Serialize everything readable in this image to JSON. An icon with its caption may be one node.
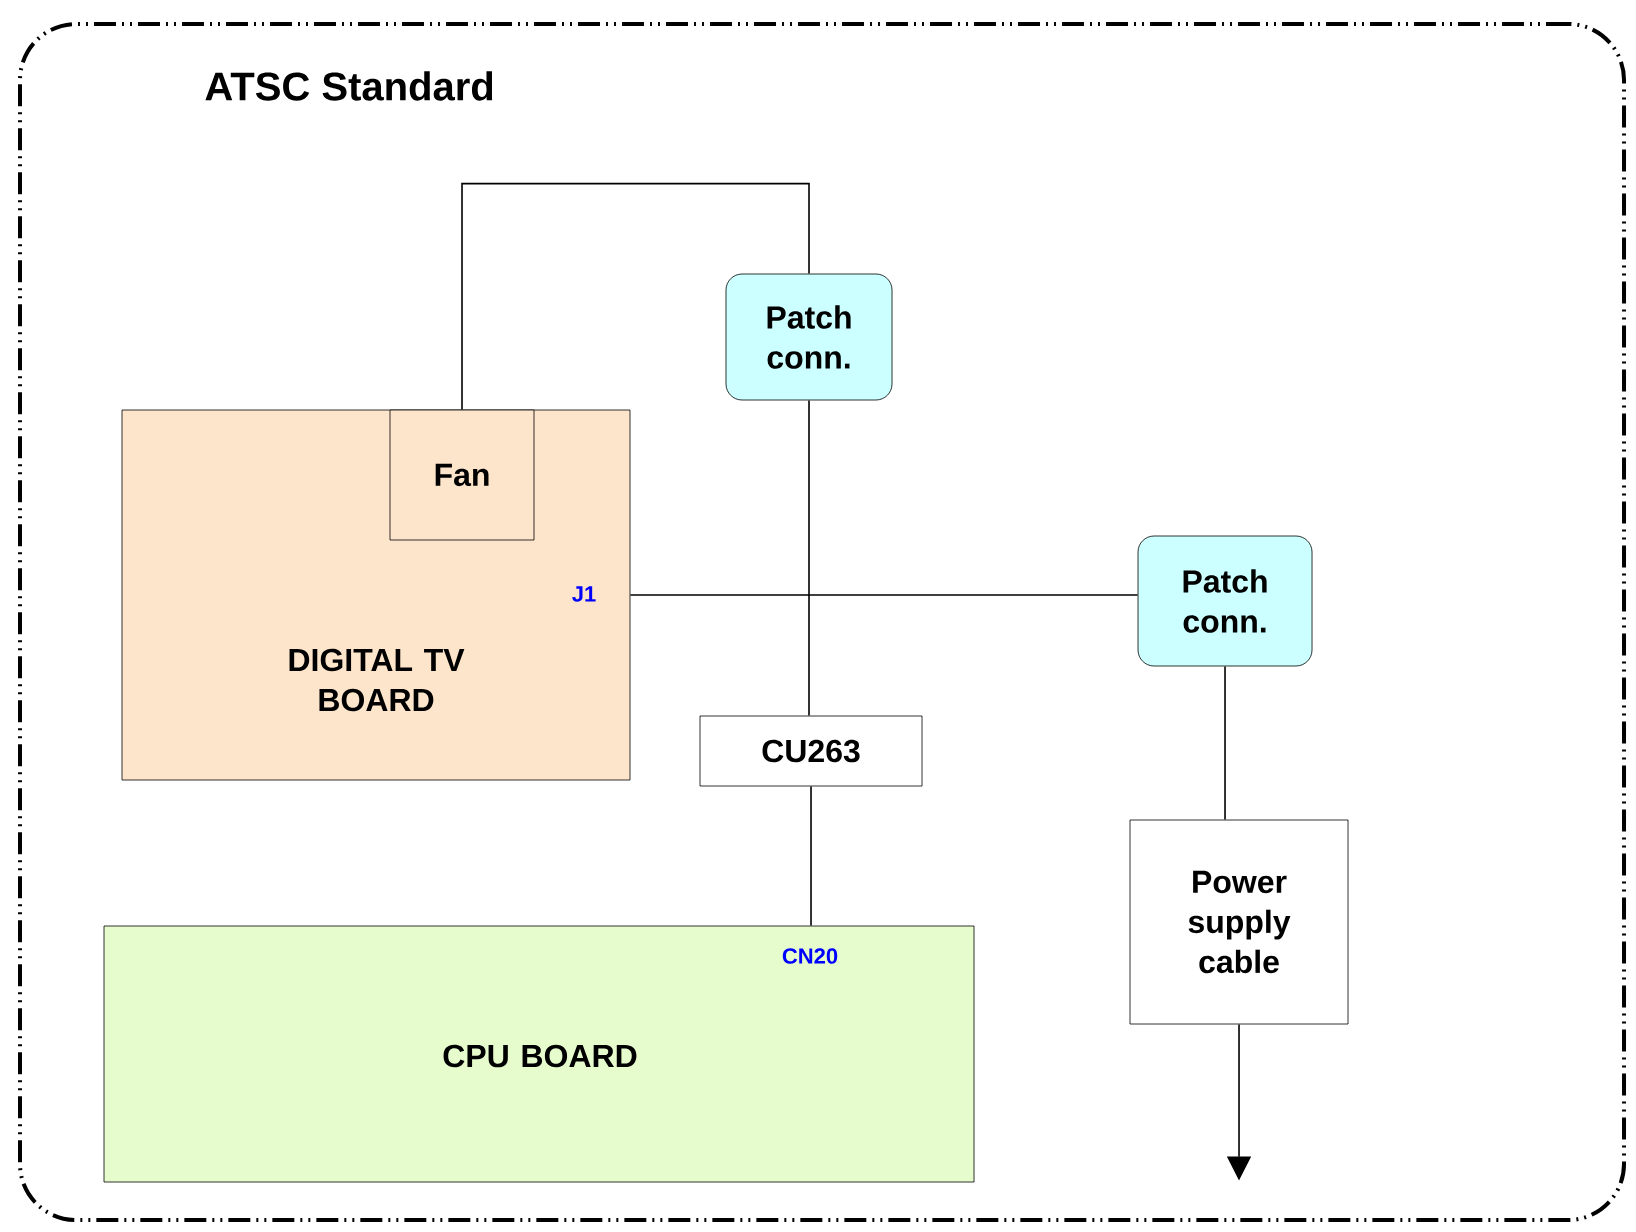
{
  "diagram": {
    "nodes": [
      {
        "text": [
          "ATSC Standard"
        ]
      },
      {
        "text": [
          "DIGITAL TV BOARD",
          "J1"
        ],
        "in": 0
      },
      {
        "text": [
          "Fan"
        ],
        "in": 1
      },
      {
        "text": [
          "Patch conn."
        ],
        "in": 0
      },
      {
        "text": [
          "Patch conn."
        ],
        "in": 0
      },
      {
        "text": [
          "CU263"
        ],
        "in": 0
      },
      {
        "text": [
          "CPU BOARD",
          "CN20"
        ],
        "in": 0
      },
      {
        "text": [
          "Power supply cable"
        ],
        "in": 0
      }
    ],
    "edges": [
      {
        "from": 2,
        "to": 3,
        "arrow": "none"
      },
      {
        "from": 3,
        "to": 5,
        "arrow": "none"
      },
      {
        "from": 1,
        "to": 4,
        "arrow": "none"
      },
      {
        "from": 5,
        "to": 6,
        "arrow": "none"
      },
      {
        "from": 4,
        "to": 7,
        "arrow": "none"
      },
      {
        "from": 7,
        "to": null,
        "arrow": "to"
      }
    ]
  }
}
